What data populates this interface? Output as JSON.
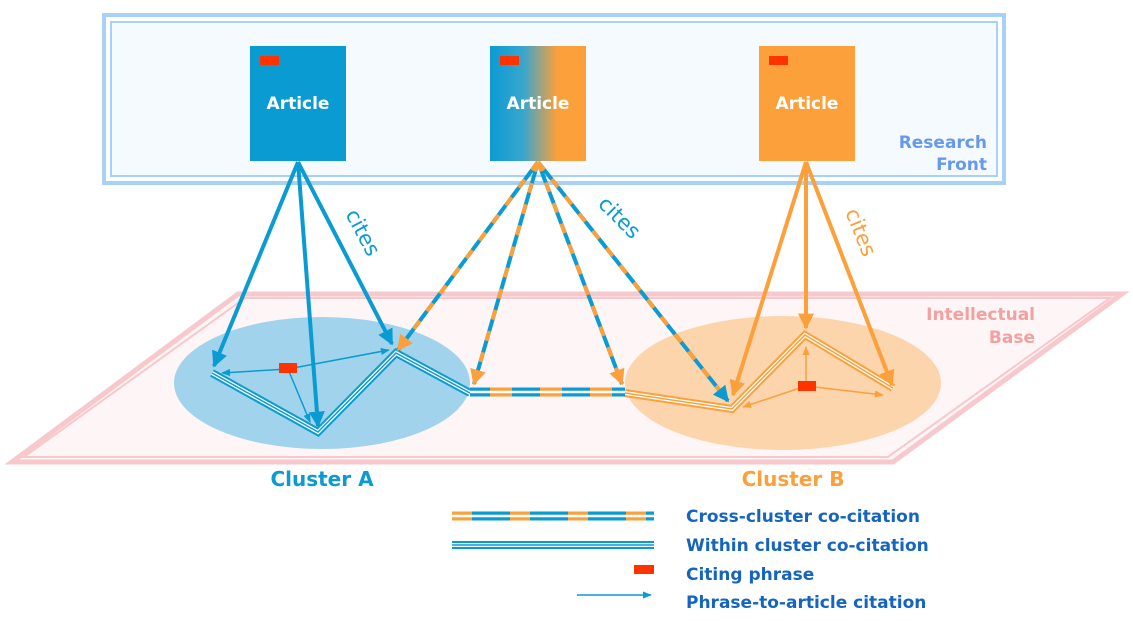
{
  "colors": {
    "blue": "#0a9bd3",
    "orange": "#fba03b",
    "citing_phrase": "#ff3300",
    "research_front_text": "#6699ee",
    "intellectual_base_text": "#f4a0a0",
    "legend_text": "#1565c0"
  },
  "research_front": {
    "label_line1": "Research",
    "label_line2": "Front"
  },
  "intellectual_base": {
    "label_line1": "Intellectual",
    "label_line2": "Base"
  },
  "articles": [
    {
      "label": "Article",
      "fill": "blue"
    },
    {
      "label": "Article",
      "fill": "gradient"
    },
    {
      "label": "Article",
      "fill": "orange"
    }
  ],
  "cites_labels": [
    "cites",
    "cites",
    "cites"
  ],
  "clusters": [
    {
      "label": "Cluster A",
      "color": "blue"
    },
    {
      "label": "Cluster B",
      "color": "orange"
    }
  ],
  "legend": [
    {
      "icon": "cross-cluster-line",
      "label": "Cross-cluster co-citation"
    },
    {
      "icon": "within-cluster-line",
      "label": "Within cluster co-citation"
    },
    {
      "icon": "citing-phrase-marker",
      "label": "Citing phrase"
    },
    {
      "icon": "phrase-citation-arrow",
      "label": "Phrase-to-article citation"
    }
  ]
}
